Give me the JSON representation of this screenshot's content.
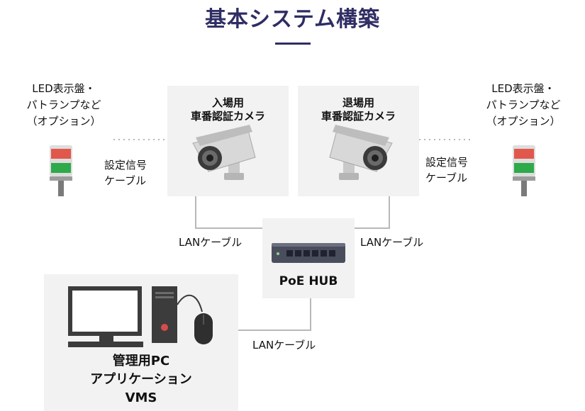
{
  "header": {
    "title": "基本システム構築"
  },
  "left_indicator": {
    "label_lines": [
      "LED表示盤・",
      "パトランプなど",
      "（オプション）"
    ]
  },
  "right_indicator": {
    "label_lines": [
      "LED表示盤・",
      "パトランプなど",
      "（オプション）"
    ]
  },
  "entry_camera": {
    "label_lines": [
      "入場用",
      "車番認証カメラ"
    ]
  },
  "exit_camera": {
    "label_lines": [
      "退場用",
      "車番認証カメラ"
    ]
  },
  "left_signal_cable": {
    "label_lines": [
      "設定信号",
      "ケーブル"
    ]
  },
  "right_signal_cable": {
    "label_lines": [
      "設定信号",
      "ケーブル"
    ]
  },
  "lan_cables": {
    "left": "LANケーブル",
    "right": "LANケーブル",
    "bottom": "LANケーブル"
  },
  "hub": {
    "label": "PoE HUB"
  },
  "pc": {
    "label_lines": [
      "管理用PC",
      "アプリケーション",
      "VMS"
    ]
  },
  "colors": {
    "title": "#2f2d63",
    "panel": "#f2f2f2",
    "line": "#b8b8b8",
    "lamp_red": "#e2574c",
    "lamp_green": "#2eaa4a"
  }
}
